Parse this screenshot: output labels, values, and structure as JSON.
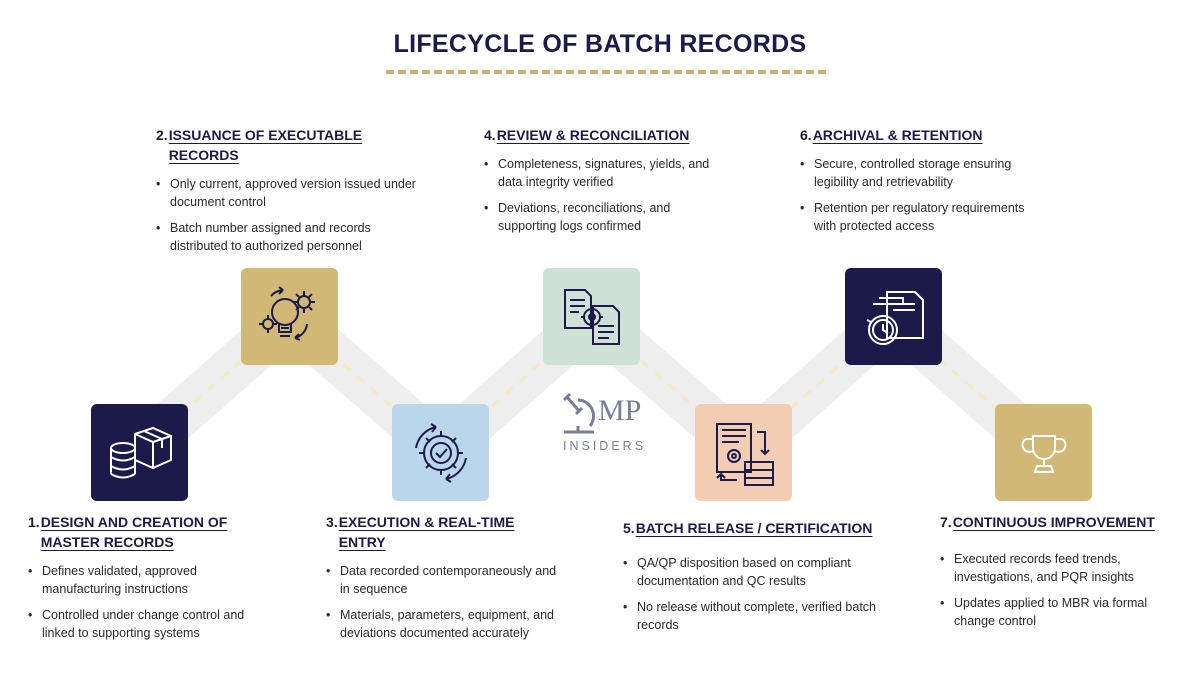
{
  "title": "LIFECYCLE OF BATCH RECORDS",
  "logo": {
    "name": "MP",
    "sub": "INSIDERS",
    "icon": "microscope-icon"
  },
  "colors": {
    "navy": "#1b1a4a",
    "gold": "#d2b877",
    "sage": "#cfe1d6",
    "sky": "#b9d6ea",
    "peach": "#f2ccb3",
    "road": "#eeeeee"
  },
  "stages": [
    {
      "num": "1.",
      "heading": "DESIGN AND CREATION OF MASTER RECORDS",
      "icon": "database-box-icon",
      "points": [
        "Defines validated, approved manufacturing instructions",
        "Controlled under change control and linked to supporting systems"
      ]
    },
    {
      "num": "2.",
      "heading": "ISSUANCE OF EXECUTABLE RECORDS",
      "icon": "lightbulb-gears-icon",
      "points": [
        "Only current, approved version issued under document control",
        "Batch number assigned and records distributed to authorized personnel"
      ]
    },
    {
      "num": "3.",
      "heading": "EXECUTION & REAL-TIME ENTRY",
      "icon": "gear-check-icon",
      "points": [
        "Data recorded contemporaneously and in sequence",
        "Materials, parameters, equipment, and deviations documented accurately"
      ]
    },
    {
      "num": "4.",
      "heading": "REVIEW & RECONCILIATION",
      "icon": "documents-gear-icon",
      "points": [
        "Completeness, signatures, yields, and data integrity verified",
        "Deviations, reconciliations, and supporting logs confirmed"
      ]
    },
    {
      "num": "5.",
      "heading": "BATCH RELEASE / CERTIFICATION",
      "icon": "document-server-icon",
      "points": [
        "QA/QP disposition based on compliant documentation and QC results",
        "No release without complete, verified batch records"
      ]
    },
    {
      "num": "6.",
      "heading": "ARCHIVAL & RETENTION",
      "icon": "folder-clock-icon",
      "points": [
        "Secure, controlled storage ensuring legibility and retrievability",
        "Retention per regulatory requirements with protected access"
      ]
    },
    {
      "num": "7.",
      "heading": "CONTINUOUS IMPROVEMENT",
      "icon": "trophy-icon",
      "points": [
        "Executed records feed trends, investigations, and PQR insights",
        "Updates applied to MBR via formal change control"
      ]
    }
  ]
}
